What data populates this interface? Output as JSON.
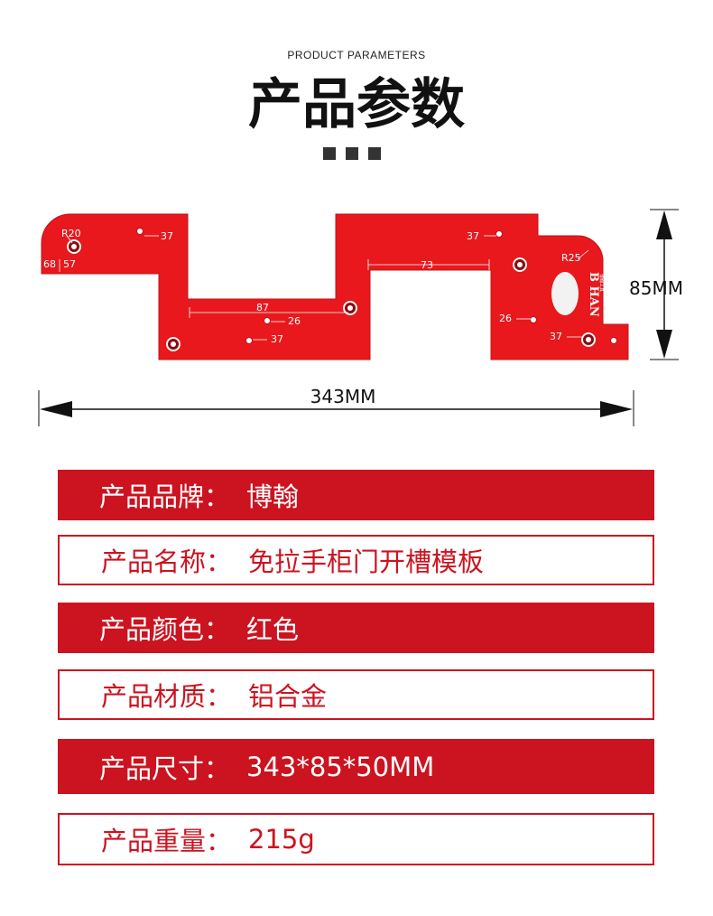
{
  "header": {
    "eyebrow": "PRODUCT PARAMETERS",
    "title": "产品参数"
  },
  "diagram": {
    "width_label": "343MM",
    "height_label": "85MM",
    "plate_color": "#e8181c",
    "annotations": {
      "r20": "R20",
      "r25": "R25",
      "d68": "68",
      "d57": "57",
      "d37a": "37",
      "d37b": "37",
      "d37c": "37",
      "d37d": "37",
      "d87": "87",
      "d26a": "26",
      "d26b": "26",
      "d73": "73"
    },
    "logo": "B HAN",
    "logo_sub": "博翰工具"
  },
  "specs": [
    {
      "label": "产品品牌：",
      "value": "博翰",
      "style": "filled"
    },
    {
      "label": "产品名称：",
      "value": "免拉手柜门开槽模板",
      "style": "outlined"
    },
    {
      "label": "产品颜色：",
      "value": "红色",
      "style": "filled"
    },
    {
      "label": "产品材质：",
      "value": "铝合金",
      "style": "outlined"
    },
    {
      "label": "产品尺寸：",
      "value": "343*85*50MM",
      "style": "filled"
    },
    {
      "label": "产品重量：",
      "value": "215g",
      "style": "outlined"
    }
  ]
}
